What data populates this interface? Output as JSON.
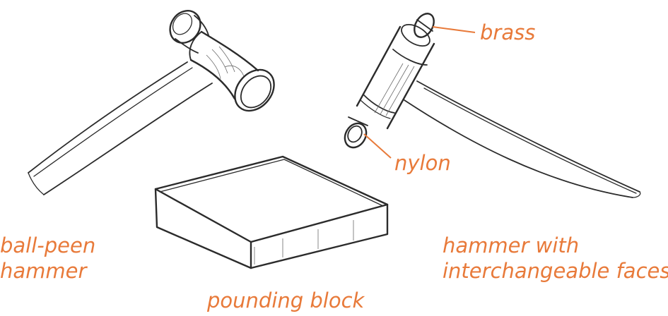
{
  "labels": {
    "brass": "brass",
    "nylon": "nylon",
    "ball_peen_line1": "ball-peen",
    "ball_peen_line2": "hammer",
    "interchangeable_line1": "hammer with",
    "interchangeable_line2": "interchangeable faces",
    "pounding_block": "pounding block"
  },
  "colors": {
    "label": "#e87a3a",
    "sketch": "#2b2b2b",
    "background": "#ffffff"
  }
}
